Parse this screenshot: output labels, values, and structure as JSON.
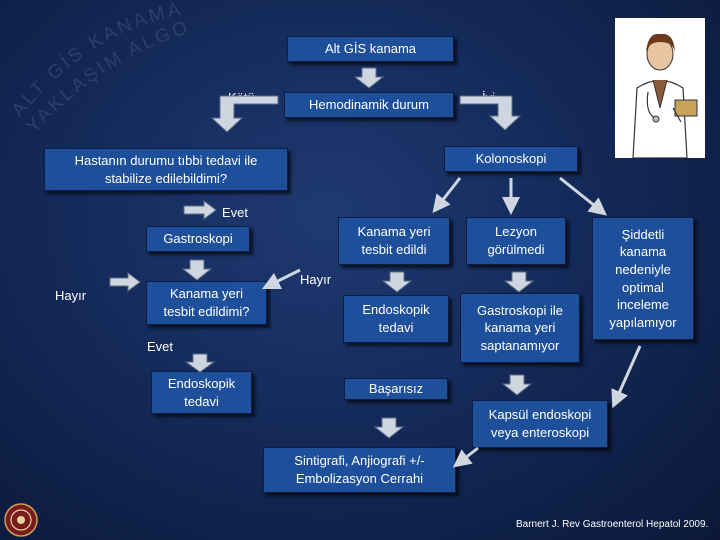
{
  "title_lines": [
    "ALT GİS KANAMASINA",
    "YAKLAŞIM ALGORİTMİ"
  ],
  "nodes": {
    "alt_gis": "Alt  GİS kanama",
    "hemo": "Hemodinamik durum",
    "hastanin": "Hastanın durumu tıbbi tedavi ile stabilize edilebildimi?",
    "kolonoskopi": "Kolonoskopi",
    "gastroskopi": "Gastroskopi",
    "kanama_bulundu": "Kanama yeri tesbit edildi",
    "lezyon": "Lezyon görülmedi",
    "kanama_soru": "Kanama yeri tesbit edildimi?",
    "endo_tedavi_right": "Endoskopik tedavi",
    "gastro_ile": "Gastroskopi ile kanama yeri saptanamıyor",
    "siddetli": "Şiddetli kanama nedeniyle optimal inceleme yapılamıyor",
    "endo_tedavi_left": "Endoskopik tedavi",
    "basarisiz": "Başarısız",
    "kapsul": "Kapsül endoskopi veya enteroskopi",
    "sintigrafi": "Sintigrafi, Anjiografi +/- Embolizasyon Cerrahi"
  },
  "labels": {
    "kotu": "Kötü",
    "iyi": "İyi",
    "evet1": "Evet",
    "hayir_left": "Hayır",
    "hayir_mid": "Hayır",
    "evet2": "Evet"
  },
  "footer": "Barnert J. Rev Gastroenterol Hepatol 2009.",
  "colors": {
    "box": "#1e4f9a",
    "background": "#142a5a",
    "arrow": "#cfd6e0"
  }
}
